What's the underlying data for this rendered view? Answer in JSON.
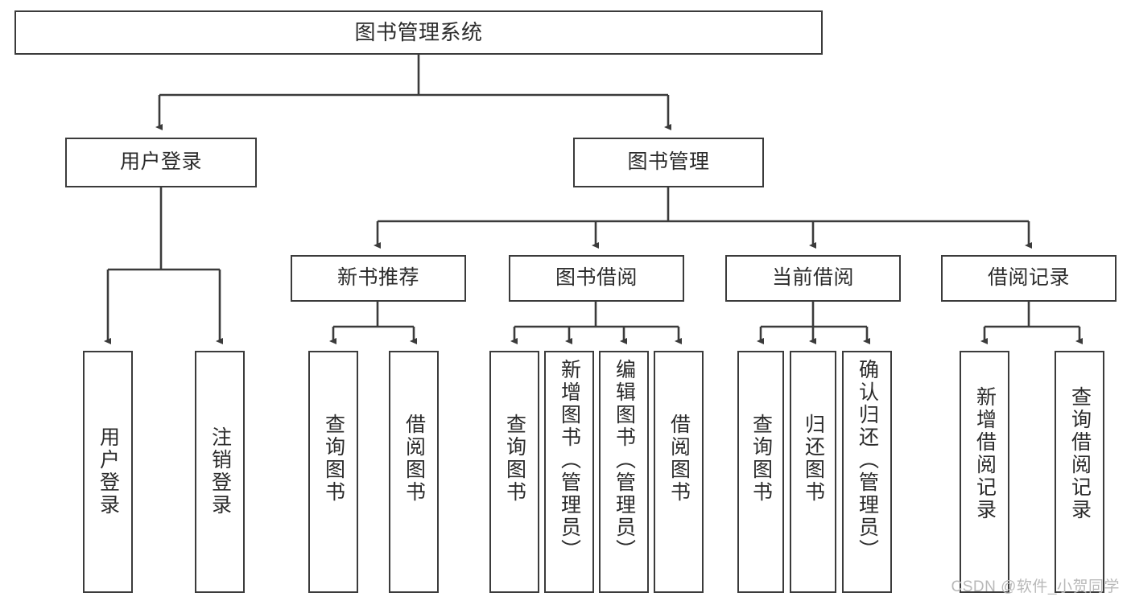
{
  "diagram": {
    "title": "图书管理系统",
    "watermark": "CSDN @软件_小贺同学",
    "colors": {
      "stroke": "#3b3b3b",
      "fill": "#ffffff",
      "text": "#2b2b2b",
      "watermark": "#b9b9b9"
    },
    "nodes": {
      "root": {
        "label": "图书管理系统",
        "orientation": "horizontal"
      },
      "level2": [
        {
          "label": "用户登录",
          "orientation": "horizontal"
        },
        {
          "label": "图书管理",
          "orientation": "horizontal"
        }
      ],
      "level3": [
        {
          "label": "新书推荐",
          "orientation": "horizontal"
        },
        {
          "label": "图书借阅",
          "orientation": "horizontal"
        },
        {
          "label": "当前借阅",
          "orientation": "horizontal"
        },
        {
          "label": "借阅记录",
          "orientation": "horizontal"
        }
      ],
      "leaves_user_login": [
        {
          "label": "用户登录",
          "orientation": "vertical"
        },
        {
          "label": "注销登录",
          "orientation": "vertical"
        }
      ],
      "leaves_new_book": [
        {
          "label": "查询图书",
          "orientation": "vertical"
        },
        {
          "label": "借阅图书",
          "orientation": "vertical"
        }
      ],
      "leaves_borrow": [
        {
          "label": "查询图书",
          "orientation": "vertical"
        },
        {
          "label": "新增图书（管理员）",
          "orientation": "vertical"
        },
        {
          "label": "编辑图书（管理员）",
          "orientation": "vertical"
        },
        {
          "label": "借阅图书",
          "orientation": "vertical"
        }
      ],
      "leaves_current": [
        {
          "label": "查询图书",
          "orientation": "vertical"
        },
        {
          "label": "归还图书",
          "orientation": "vertical"
        },
        {
          "label": "确认归还（管理员）",
          "orientation": "vertical"
        }
      ],
      "leaves_records": [
        {
          "label": "新增借阅记录",
          "orientation": "vertical"
        },
        {
          "label": "查询借阅记录",
          "orientation": "vertical"
        }
      ]
    }
  }
}
